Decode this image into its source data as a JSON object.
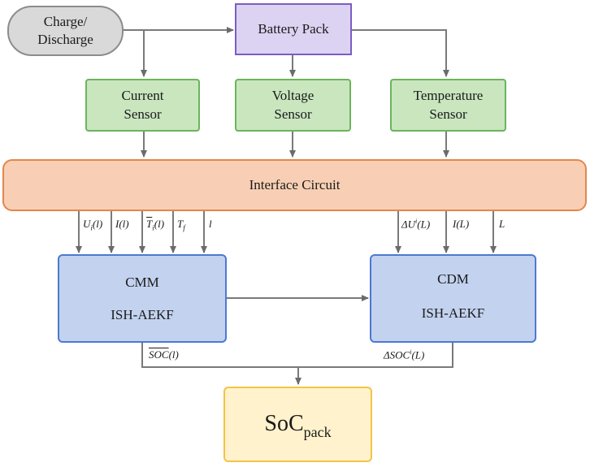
{
  "nodes": {
    "charge": [
      "Charge/",
      "Discharge"
    ],
    "battery": "Battery Pack",
    "current": [
      "Current",
      "Sensor"
    ],
    "voltage": [
      "Voltage",
      "Sensor"
    ],
    "temperature": [
      "Temperature",
      "Sensor"
    ],
    "interface": "Interface Circuit",
    "cmm": [
      "CMM",
      "ISH-AEKF"
    ],
    "cdm": [
      "CDM",
      "ISH-AEKF"
    ],
    "soc_main": "SoC",
    "soc_sub": "pack"
  },
  "signals": {
    "cmm_u_main": "U",
    "cmm_u_sup": "i",
    "cmm_u_tail": "(l)",
    "cmm_i": "I(l)",
    "cmm_t_main": "T",
    "cmm_t_sub": "i",
    "cmm_t_tail": "(l)",
    "cmm_tf": "T",
    "cmm_tf_sub": "f",
    "cmm_l": "l",
    "cdm_du_main": "ΔU",
    "cdm_du_sup": "i",
    "cdm_du_tail": "(L)",
    "cdm_i": "I(L)",
    "cdm_l": "L",
    "soc_cmm": "SOC",
    "soc_cmm_tail": "(l)",
    "soc_cdm_main": "ΔSOC",
    "soc_cdm_sup": "i",
    "soc_cdm_tail": "(L)"
  }
}
